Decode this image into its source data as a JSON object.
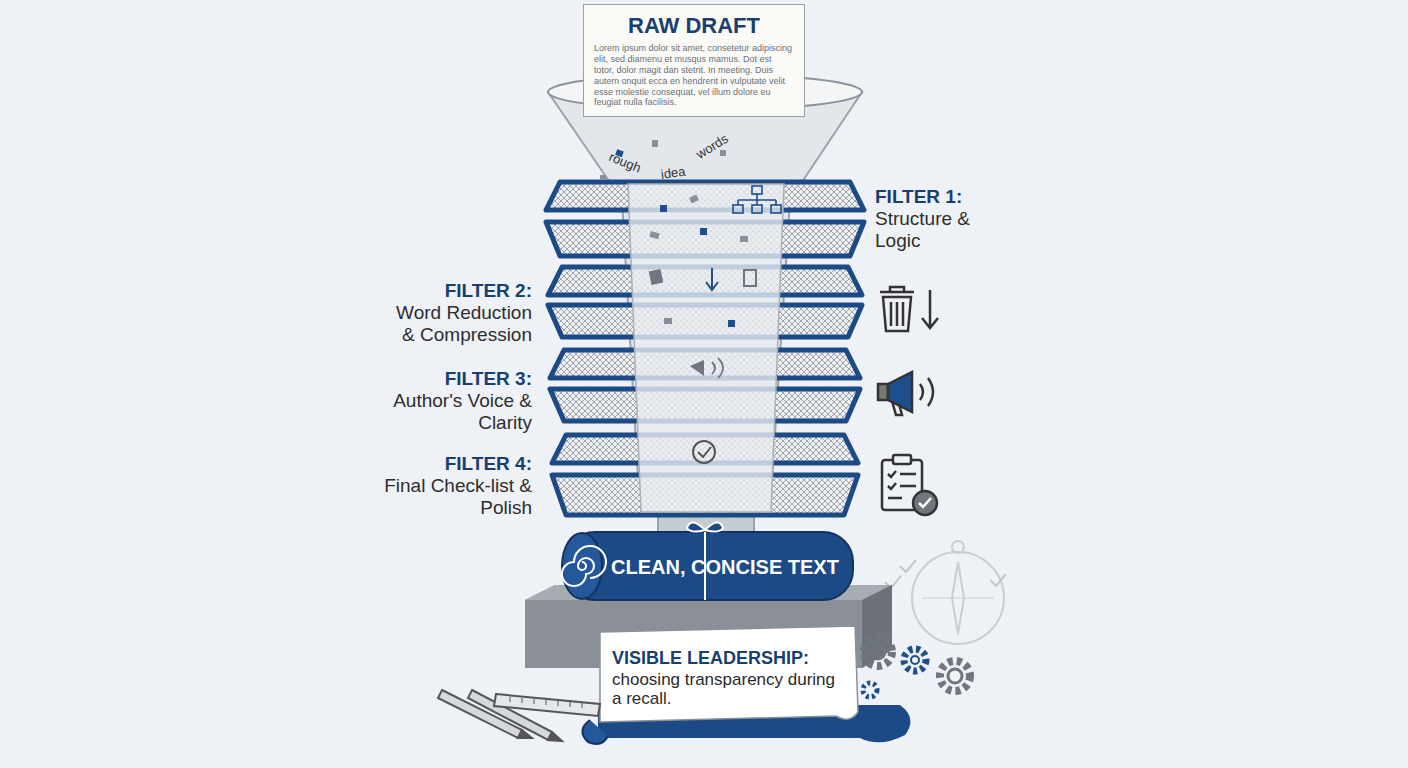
{
  "diagram": {
    "nodes": [
      {
        "text": [
          "RAW DRAFT",
          "Lorem ipsum dolor sit amet, consetetur adipiscing elit, sed diamenu et musqus mamus. Dot est totor, dolor magit dan stetrit. In meeting. Duis autem onquit ecca en hendrerit in vulputate velit esse molestie consequat, vel illum dolore eu feugiat nulla facilisis."
        ]
      },
      {
        "text": [
          "CLEAN, CONCISE TEXT"
        ]
      },
      {
        "text": [
          "VISIBLE LEADERSHIP:",
          "choosing transparency during a recall."
        ]
      }
    ],
    "labels": [
      "rough",
      "idea",
      "words",
      "FILTER 1:",
      "Structure & Logic",
      "FILTER 2:",
      "Word Reduction & Compression",
      "FILTER 3:",
      "Author's Voice & Clarity",
      "FILTER 4:",
      "Final Check-list & Polish"
    ]
  }
}
